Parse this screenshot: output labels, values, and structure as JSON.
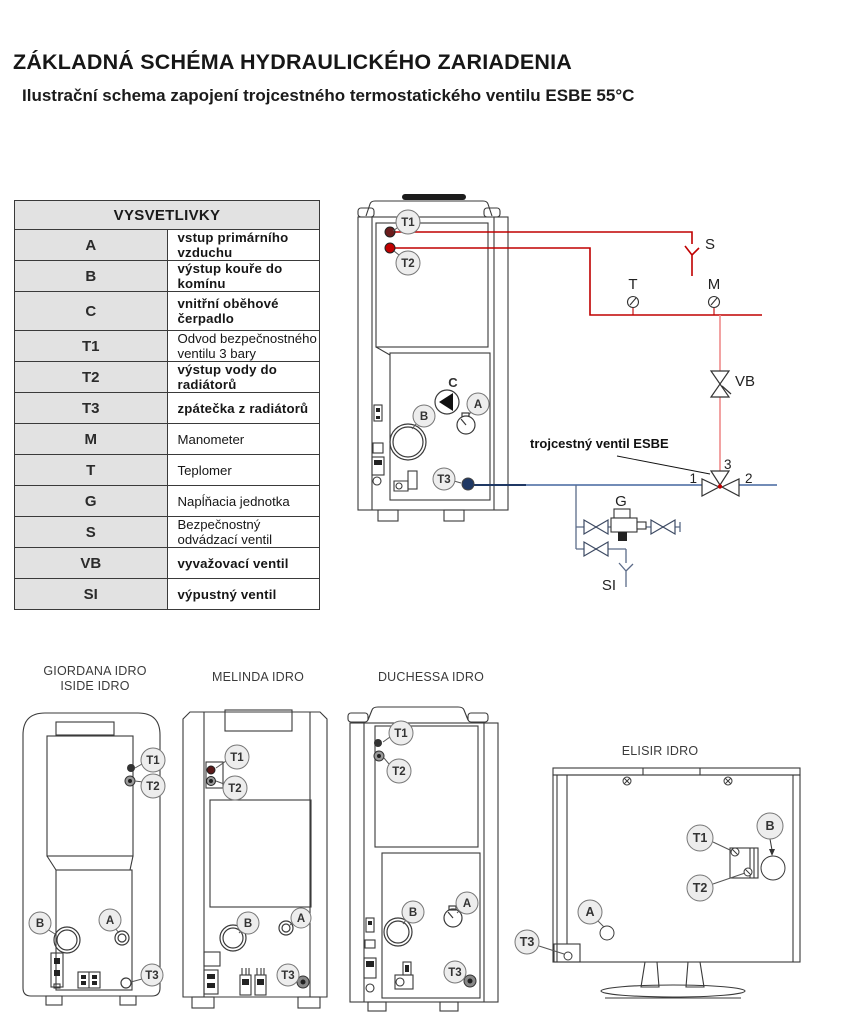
{
  "header": {
    "title": "ZÁKLADNÁ SCHÉMA HYDRAULICKÉHO ZARIADENIA",
    "subtitle": "Ilustrační schema zapojení trojcestného termostatického ventilu",
    "subtitle_em": "ESBE 55°C"
  },
  "legend": {
    "title": "VYSVETLIVKY",
    "rows": [
      {
        "key": "A",
        "label": "vstup primárního vzduchu"
      },
      {
        "key": "B",
        "label": "výstup kouře do komínu"
      },
      {
        "key": "C",
        "label": "vnitřní oběhové čerpadlo"
      },
      {
        "key": "T1",
        "label": "Odvod bezpečnostného ventilu 3 bary"
      },
      {
        "key": "T2",
        "label": "výstup vody do radiátorů"
      },
      {
        "key": "T3",
        "label": "zpátečka z radiátorů"
      },
      {
        "key": "M",
        "label": "Manometer"
      },
      {
        "key": "T",
        "label": "Teplomer"
      },
      {
        "key": "G",
        "label": "Napĺňacia jednotka"
      },
      {
        "key": "S",
        "label": "Bezpečnostný odvádzací ventil"
      },
      {
        "key": "VB",
        "label": "vyvažovací ventil"
      },
      {
        "key": "SI",
        "label": "výpustný ventil"
      }
    ]
  },
  "schematic": {
    "esbe_label": "trojcestný ventil ESBE",
    "labels": {
      "t1": "T1",
      "t2": "T2",
      "t3": "T3",
      "a": "A",
      "b": "B",
      "c": "C",
      "s": "S",
      "t": "T",
      "m": "M",
      "vb": "VB",
      "g": "G",
      "si": "SI"
    },
    "ports": {
      "p1": "1",
      "p2": "2",
      "p3": "3"
    },
    "colors": {
      "supply_red": "#c00000",
      "supply_red_light": "#ef8a8a",
      "return_blue": "#44679f",
      "return_navy": "#1f3864",
      "branch_grey": "#5b6b88"
    }
  },
  "models": [
    {
      "title_lines": [
        "GIORDANA IDRO",
        "ISIDE IDRO"
      ],
      "labels": {
        "t1": "T1",
        "t2": "T2",
        "t3": "T3",
        "a": "A",
        "b": "B"
      }
    },
    {
      "title_lines": [
        "MELINDA IDRO"
      ],
      "labels": {
        "t1": "T1",
        "t2": "T2",
        "t3": "T3",
        "a": "A",
        "b": "B"
      }
    },
    {
      "title_lines": [
        "DUCHESSA IDRO"
      ],
      "labels": {
        "t1": "T1",
        "t2": "T2",
        "t3": "T3",
        "a": "A",
        "b": "B"
      }
    },
    {
      "title_lines": [
        "ELISIR IDRO"
      ],
      "labels": {
        "t1": "T1",
        "t2": "T2",
        "t3": "T3",
        "a": "A",
        "b": "B"
      }
    }
  ]
}
